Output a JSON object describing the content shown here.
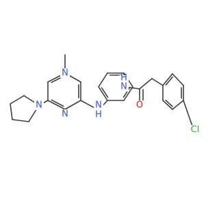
{
  "molecule": {
    "atoms": {
      "N_pyr_ring1": {
        "label": "N",
        "color": "#3050f8"
      },
      "N_pyr_ring2": {
        "label": "N",
        "color": "#3050f8"
      },
      "N_pyrrolidine": {
        "label": "N",
        "color": "#3050f8"
      },
      "NH_anilino": {
        "label": "N",
        "sub": "H",
        "color": "#3050f8"
      },
      "NH_amide": {
        "label": "N",
        "sub": "H",
        "color": "#3050f8"
      },
      "O_carbonyl": {
        "label": "O",
        "color": "#ff0d0d"
      },
      "Cl": {
        "label": "Cl",
        "color": "#1fb81f"
      }
    },
    "bond_color": "#3d3d3d"
  }
}
